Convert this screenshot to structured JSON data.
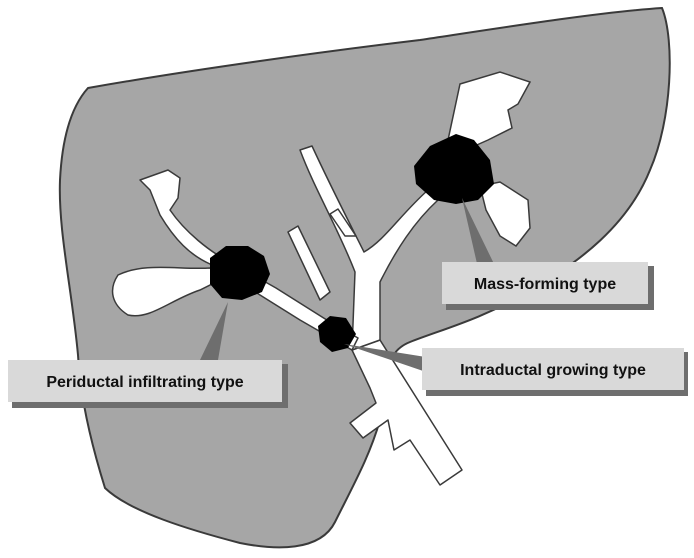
{
  "labels": {
    "mass_forming": "Mass-forming type",
    "intraductal": "Intraductal growing type",
    "periductal": "Periductal infiltrating type"
  },
  "colors": {
    "liver_fill": "#a6a6a6",
    "outline": "#3a3a3a",
    "duct_fill": "#ffffff",
    "tumor_fill": "#000000",
    "label_box": "#d9d9d9",
    "label_shadow": "#6e6e6e"
  }
}
